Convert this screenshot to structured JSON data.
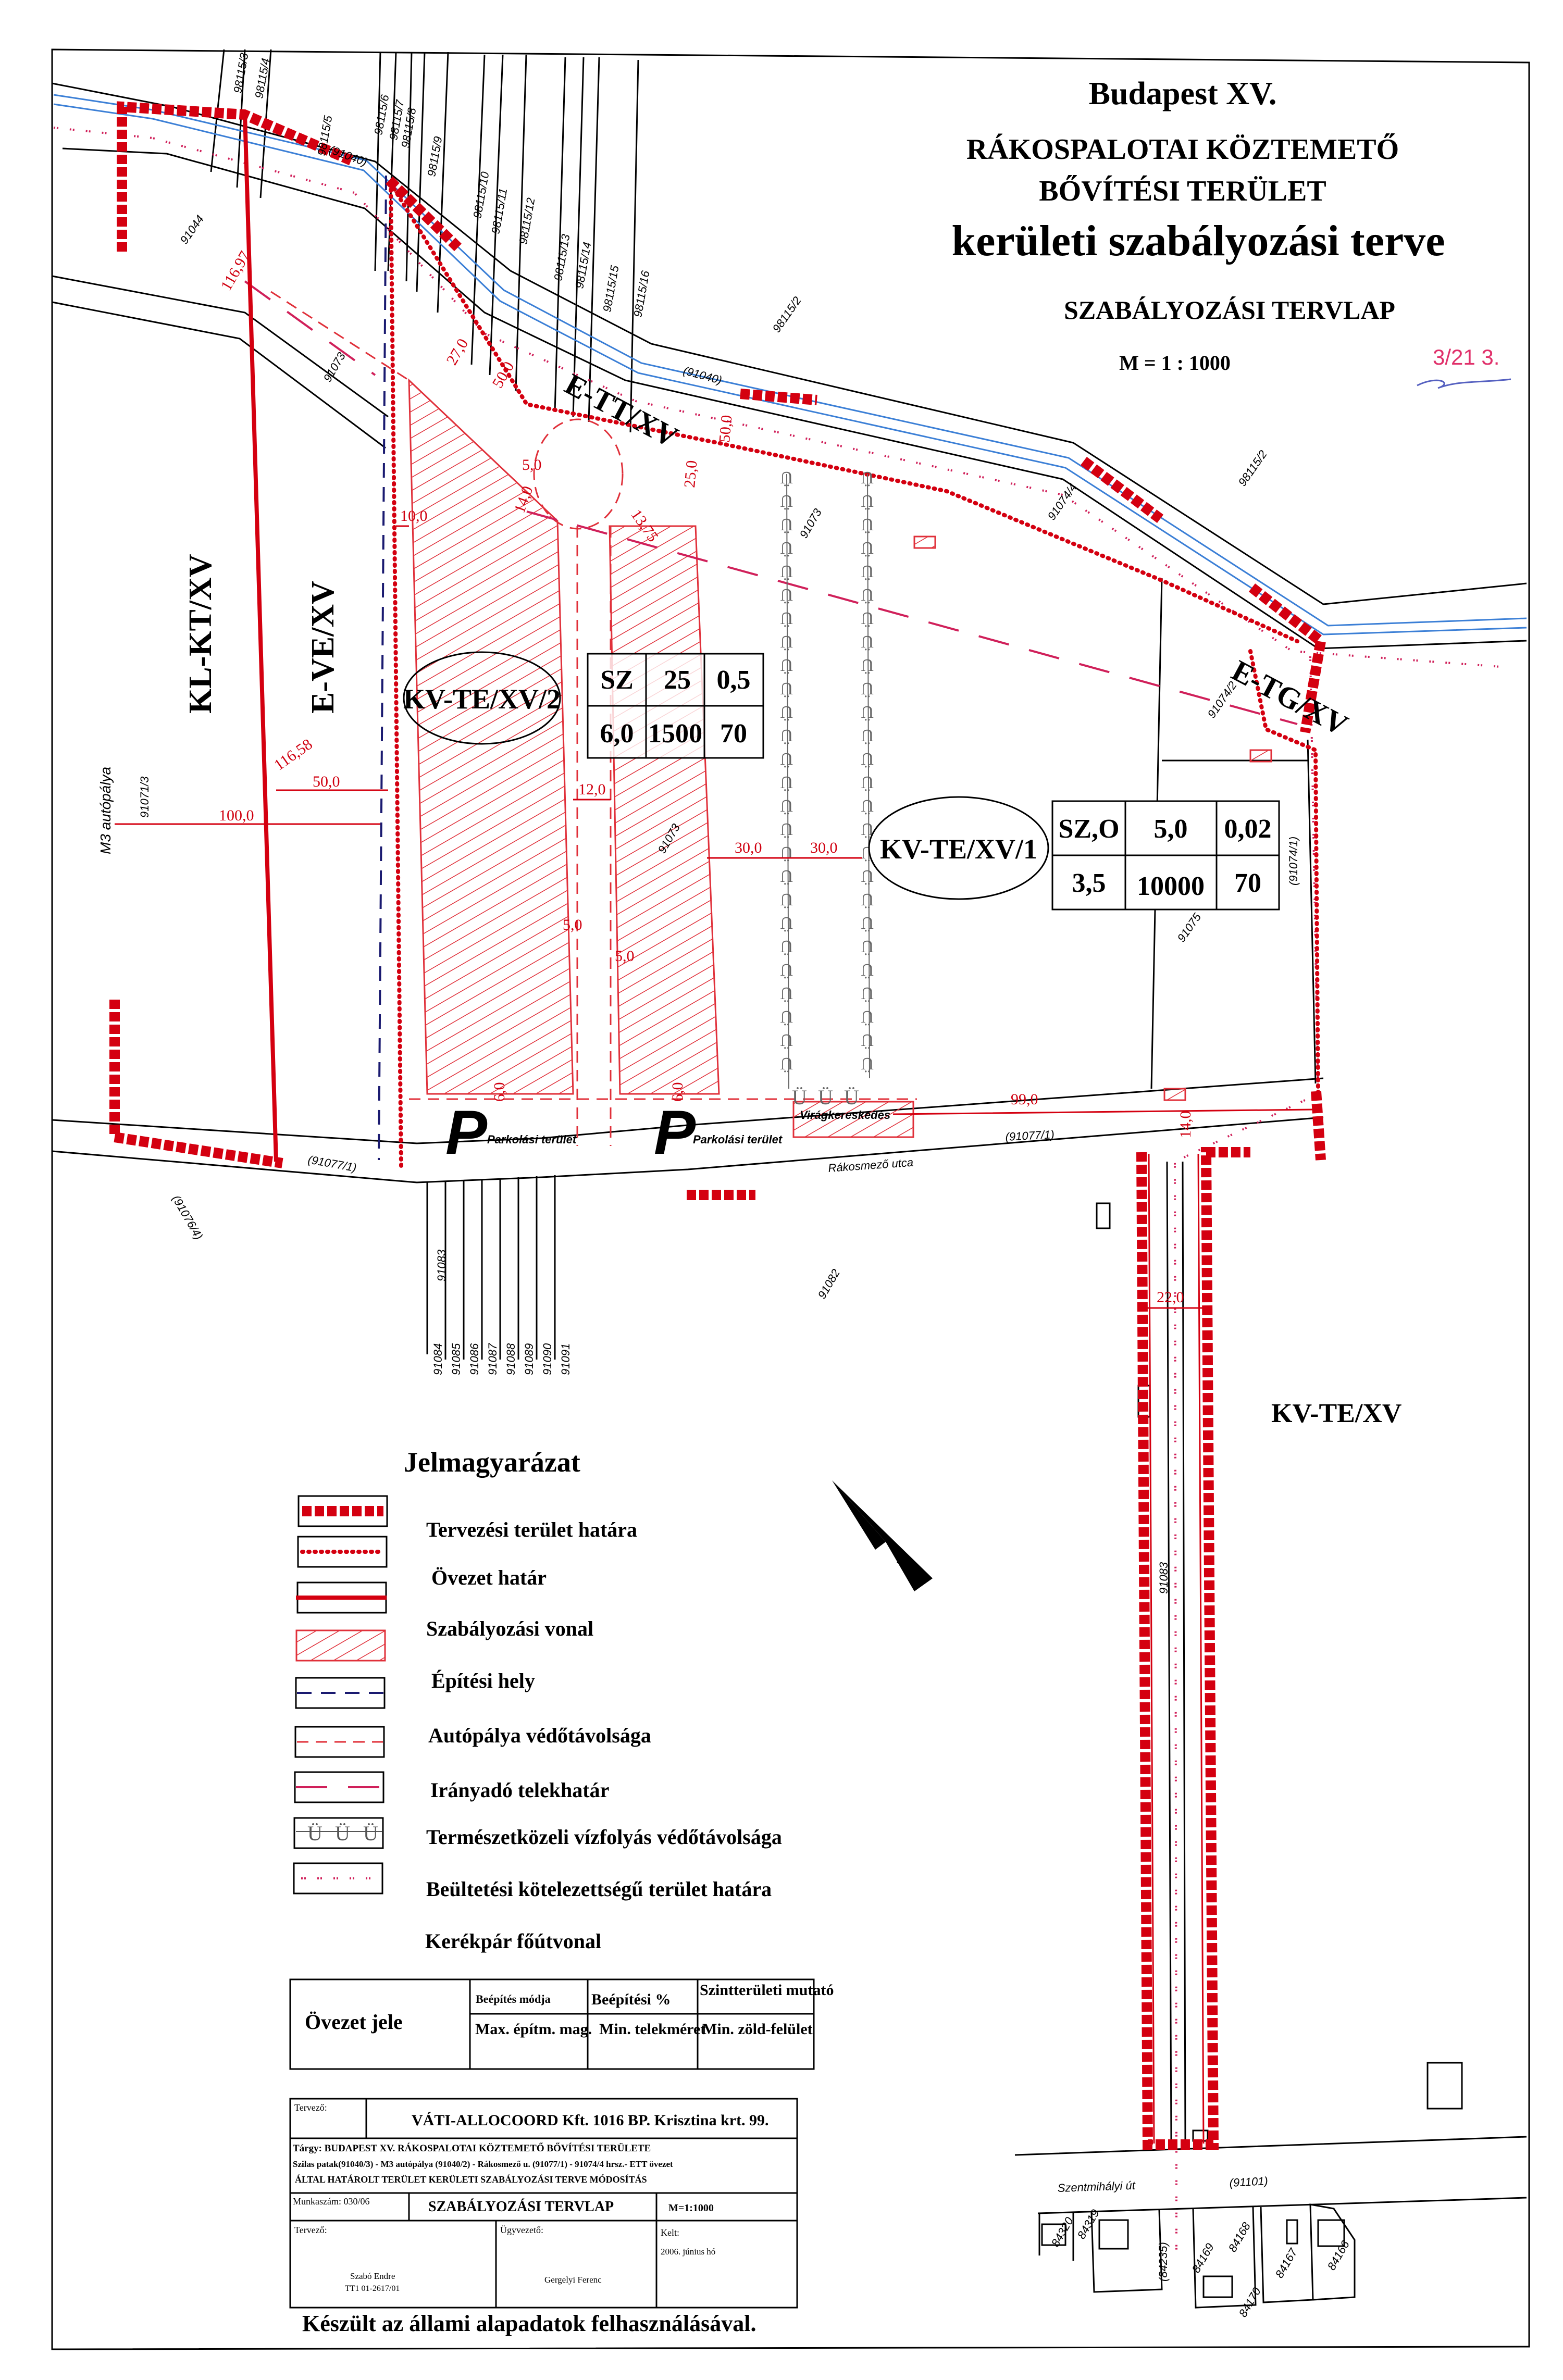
{
  "title": {
    "city": "Budapest XV.",
    "line1": "RÁKOSPALOTAI KÖZTEMETŐ",
    "line2": "BŐVÍTÉSI TERÜLET",
    "line3": "kerületi szabályozási terve",
    "sheet": "SZABÁLYOZÁSI TERVLAP",
    "scale": "M = 1 : 1000",
    "stamp": "3/21 3."
  },
  "zones": {
    "kl_kt": "KL-KT/XV",
    "e_ve": "E-VE/XV",
    "e_tt": "E-TT/XV",
    "e_tg": "E-TG/XV",
    "kv_te": "KV-TE/XV",
    "kv_te_2": {
      "name": "KV-TE/XV/2",
      "row1": [
        "SZ",
        "25",
        "0,5"
      ],
      "row2": [
        "6,0",
        "1500",
        "70"
      ]
    },
    "kv_te_1": {
      "name": "KV-TE/XV/1",
      "row1": [
        "SZ,O",
        "5,0",
        "0,02"
      ],
      "row2": [
        "3,5",
        "10000",
        "70"
      ]
    }
  },
  "map": {
    "motorway": "M3 autópálya",
    "street_rakosmezo": "Rákosmező utca",
    "street_szentmihalyi": "Szentmihályi út",
    "parking_symbol": "P",
    "parking_label": "Parkolási terület",
    "florist": "Virágkereskedés",
    "north": "É",
    "planting_symbol": "Ü",
    "dims": [
      "27,0",
      "50,0",
      "10,0",
      "5,0",
      "14,0",
      "13,75",
      "25,0",
      "50,0",
      "12,0",
      "5,0",
      "5,0",
      "30,0",
      "30,0",
      "99,0",
      "14,0",
      "22,0",
      "100,0",
      "50,0",
      "6,0",
      "6,0",
      "116,97",
      "116,58"
    ],
    "parcels": [
      "98115/3",
      "98115/4",
      "98115/5",
      "98115/6",
      "98115/7",
      "98115/8",
      "98115/9",
      "98115/10",
      "98115/11",
      "98115/12",
      "98115/13",
      "98115/14",
      "98115/15",
      "98115/16",
      "98115/2",
      "98115/2",
      "(91040)",
      "(91040)",
      "91044",
      "91073",
      "91073",
      "91073",
      "91074/4",
      "91074/2",
      "91075",
      "(91074/1)",
      "(91077/1)",
      "(91077/1)",
      "(91076/4)",
      "91071/3",
      "91082",
      "91083",
      "91084",
      "91085",
      "91086",
      "91087",
      "91088",
      "91089",
      "91090",
      "91091",
      "91083",
      "(91101)",
      "84320",
      "84319",
      "(84235)",
      "84169",
      "84168",
      "84170",
      "84167",
      "84166"
    ]
  },
  "legend": {
    "title": "Jelmagyarázat",
    "items": [
      "Tervezési terület határa",
      "Övezet határ",
      "Szabályozási vonal",
      "Építési hely",
      "Autópálya védőtávolsága",
      "Irányadó telekhatár",
      "Természetközeli vízfolyás védőtávolsága",
      "Beültetési kötelezettségű terület határa",
      "Kerékpár főútvonal"
    ],
    "key": {
      "zone_code": "Övezet jele",
      "build_mode": "Beépítés módja",
      "build_pct": "Beépítési %",
      "floor_ratio": "Szintterületi mutató",
      "max_height": "Max. építm. mag.",
      "min_plot": "Min. telekméret",
      "min_green": "Min. zöld-felület"
    }
  },
  "titleblock": {
    "designer_label": "Tervező:",
    "company": "VÁTI-ALLOCOORD Kft. 1016 BP. Krisztina krt. 99.",
    "subject1": "Tárgy: BUDAPEST XV. RÁKOSPALOTAI KÖZTEMETŐ BŐVÍTÉSI TERÜLETE",
    "subject2": "Szilas patak(91040/3) - M3 autópálya (91040/2) - Rákosmező u. (91077/1) - 91074/4 hrsz.- ETT övezet",
    "subject3": "ÁLTAL HATÁROLT TERÜLET  KERÜLETI SZABÁLYOZÁSI TERVE MÓDOSÍTÁS",
    "job_no": "Munkaszám:  030/06",
    "sheet": "SZABÁLYOZÁSI TERVLAP",
    "scale": "M=1:1000",
    "designer_label2": "Tervező:",
    "designer_name": "Szabó Endre",
    "designer_id": "TT1 01-2617/01",
    "manager_label": "Ügyvezető:",
    "manager_name": "Gergelyi Ferenc",
    "date_label": "Kelt:",
    "date": "2006. június hó",
    "footer": "Készült az állami alapadatok felhasználásával."
  }
}
